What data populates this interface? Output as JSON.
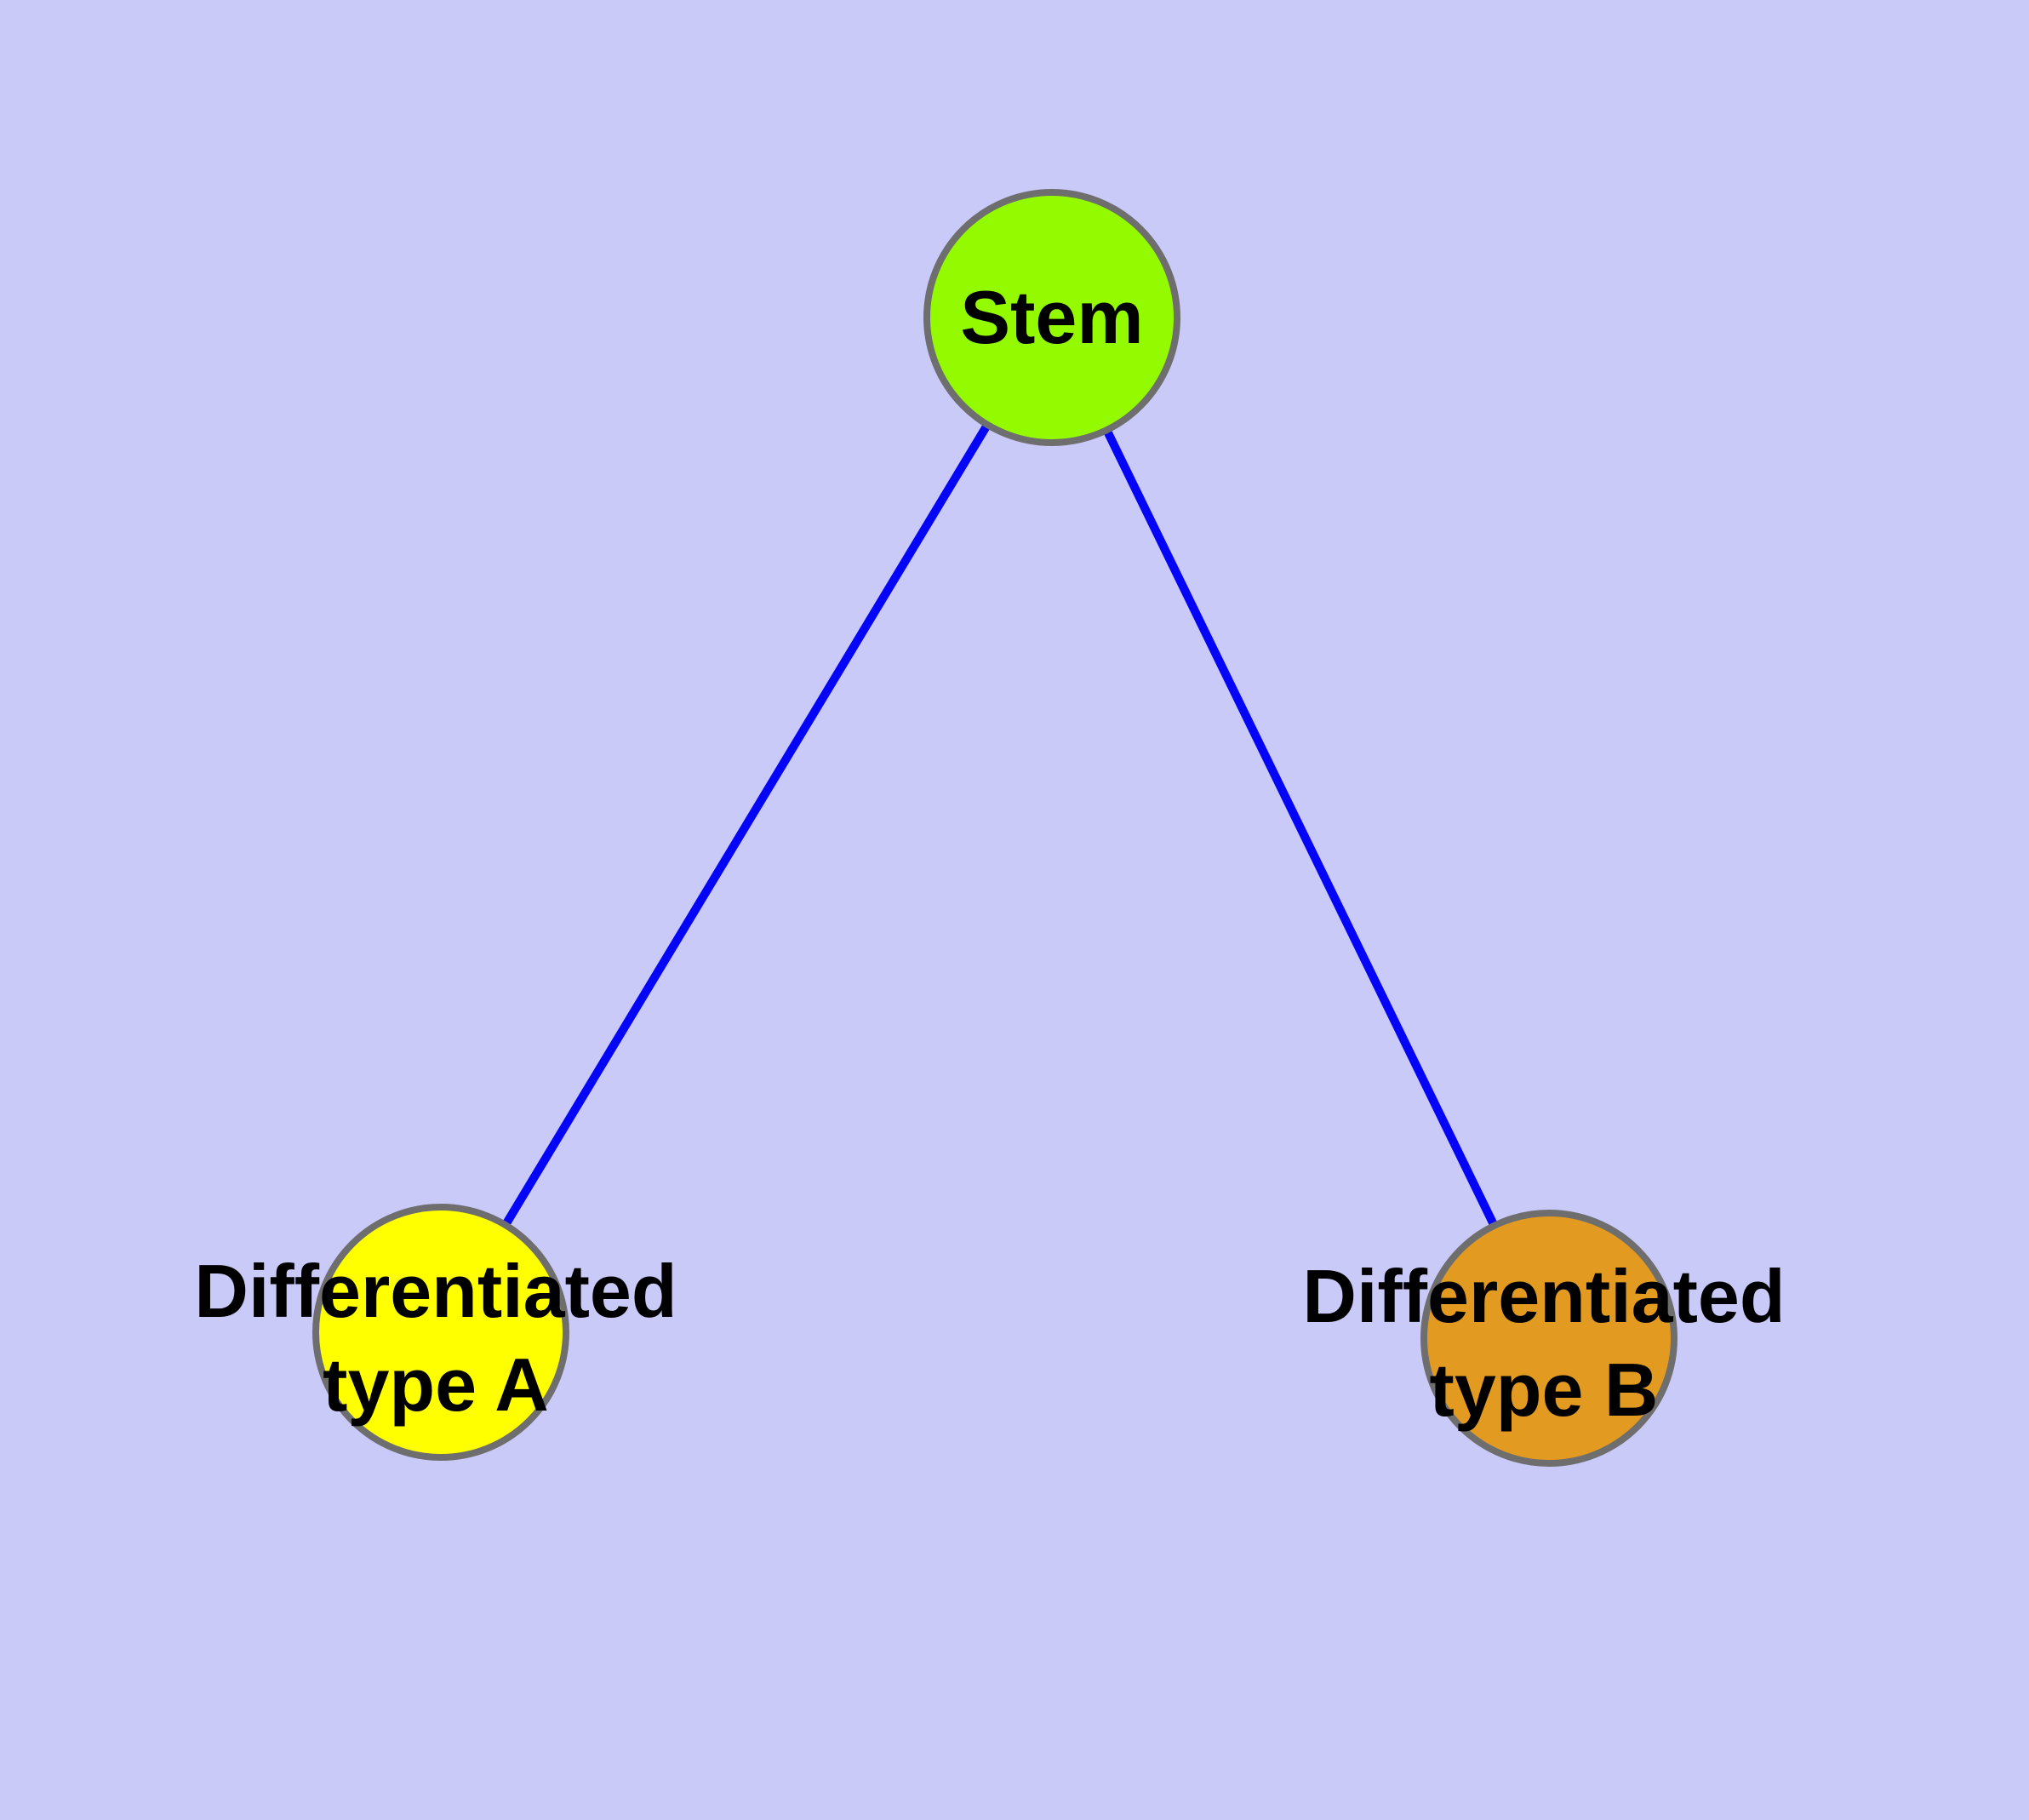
{
  "diagram": {
    "type": "graph",
    "background_color": "#CACAF8",
    "edge_color": "#0404F8",
    "node_border_color": "#6E6E6E",
    "text_color": "#000000",
    "nodes": [
      {
        "id": "stem",
        "label": "Stem",
        "fill": "#94FA00"
      },
      {
        "id": "type-a",
        "label": "Differentiated\ntype A",
        "fill": "#FFFF00"
      },
      {
        "id": "type-b",
        "label": "Differentiated\ntype B",
        "fill": "#E29B20"
      }
    ],
    "edges": [
      {
        "from": "stem",
        "to": "type-a"
      },
      {
        "from": "stem",
        "to": "type-b"
      }
    ]
  }
}
